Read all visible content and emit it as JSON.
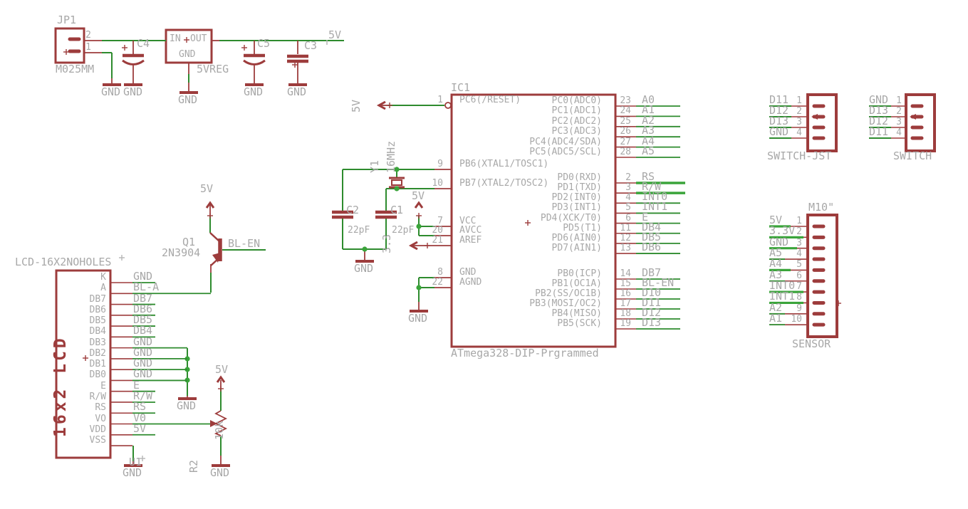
{
  "colors": {
    "symbol_red": "#9d3c3c",
    "wire_green": "#2e8b2e",
    "highlight_green": "#3aa43a",
    "text_gray": "#a8a8a8"
  },
  "nets": {
    "gnd": "GND",
    "v5": "5V",
    "v33": "3.3",
    "bl_en": "BL-EN",
    "bl_a": "BL-A"
  },
  "power": {
    "jp1": {
      "ref": "JP1",
      "value": "M025MM",
      "pin_numbers": [
        "2",
        "1"
      ]
    },
    "vreg": {
      "value": "5VREG",
      "pin_in": "IN",
      "pin_out": "OUT",
      "pin_gnd": "GND"
    },
    "caps": {
      "c4": {
        "ref": "C4"
      },
      "c5": {
        "ref": "C5"
      },
      "c3": {
        "ref": "C3"
      }
    }
  },
  "xtal": {
    "ref": "Y1",
    "value": "16MHz"
  },
  "c2": {
    "ref": "C2",
    "value": "22pF"
  },
  "c1": {
    "ref": "C1",
    "value": "22pF"
  },
  "q1": {
    "ref": "Q1",
    "value": "2N3904"
  },
  "pot": {
    "ref": "R2",
    "value": "10k"
  },
  "ic1": {
    "ref": "IC1",
    "value": "ATmega328-DIP-Prgrammed",
    "left_pins": [
      {
        "num": "1",
        "name": "PC6(/RESET)"
      },
      {
        "num": "9",
        "name": "PB6(XTAL1/TOSC1)"
      },
      {
        "num": "10",
        "name": "PB7(XTAL2/TOSC2)"
      },
      {
        "num": "7",
        "name": "VCC"
      },
      {
        "num": "20",
        "name": "AVCC"
      },
      {
        "num": "21",
        "name": "AREF"
      },
      {
        "num": "8",
        "name": "GND"
      },
      {
        "num": "22",
        "name": "AGND"
      }
    ],
    "port_c": [
      {
        "name": "PC0(ADC0)",
        "num": "23",
        "net": "A0"
      },
      {
        "name": "PC1(ADC1)",
        "num": "24",
        "net": "A1"
      },
      {
        "name": "PC2(ADC2)",
        "num": "25",
        "net": "A2"
      },
      {
        "name": "PC3(ADC3)",
        "num": "26",
        "net": "A3"
      },
      {
        "name": "PC4(ADC4/SDA)",
        "num": "27",
        "net": "A4"
      },
      {
        "name": "PC5(ADC5/SCL)",
        "num": "28",
        "net": "A5"
      }
    ],
    "port_d": [
      {
        "name": "PD0(RXD)",
        "num": "2",
        "net": "RS",
        "thick": true
      },
      {
        "name": "PD1(TXD)",
        "num": "3",
        "net": "R/W",
        "thick": true
      },
      {
        "name": "PD2(INT0)",
        "num": "4",
        "net": "INT0"
      },
      {
        "name": "PD3(INT1)",
        "num": "5",
        "net": "INT1"
      },
      {
        "name": "PD4(XCK/T0)",
        "num": "6",
        "net": "E"
      },
      {
        "name": "PD5(T1)",
        "num": "11",
        "net": "DB4"
      },
      {
        "name": "PD6(AIN0)",
        "num": "12",
        "net": "DB5"
      },
      {
        "name": "PD7(AIN1)",
        "num": "13",
        "net": "DB6"
      }
    ],
    "port_b": [
      {
        "name": "PB0(ICP)",
        "num": "14",
        "net": "DB7"
      },
      {
        "name": "PB1(OC1A)",
        "num": "15",
        "net": "BL-EN"
      },
      {
        "name": "PB2(SS/OC1B)",
        "num": "16",
        "net": "D10"
      },
      {
        "name": "PB3(MOSI/OC2)",
        "num": "17",
        "net": "D11"
      },
      {
        "name": "PB4(MISO)",
        "num": "18",
        "net": "D12"
      },
      {
        "name": "PB5(SCK)",
        "num": "19",
        "net": "D13"
      }
    ]
  },
  "lcd": {
    "name": "LCD-16X2NOHOLES",
    "display": "16x2 LCD",
    "ref": "U1",
    "rows": [
      {
        "pin": "K",
        "net": "GND"
      },
      {
        "pin": "A",
        "net": "BL-A"
      },
      {
        "pin": "DB7",
        "net": "DB7"
      },
      {
        "pin": "DB6",
        "net": "DB6"
      },
      {
        "pin": "DB5",
        "net": "DB5"
      },
      {
        "pin": "DB4",
        "net": "DB4"
      },
      {
        "pin": "DB3",
        "net": "GND"
      },
      {
        "pin": "DB2",
        "net": "GND"
      },
      {
        "pin": "DB1",
        "net": "GND"
      },
      {
        "pin": "DB0",
        "net": "GND"
      },
      {
        "pin": "E",
        "net": "E"
      },
      {
        "pin": "R/W",
        "net": "R/W"
      },
      {
        "pin": "RS",
        "net": "RS"
      },
      {
        "pin": "VO",
        "net": "V0"
      },
      {
        "pin": "VDD",
        "net": "5V"
      },
      {
        "pin": "VSS",
        "net": ""
      }
    ]
  },
  "switch_jst": {
    "name": "SWITCH-JST",
    "rows": [
      {
        "net": "D11",
        "num": "1"
      },
      {
        "net": "D12",
        "num": "2"
      },
      {
        "net": "D13",
        "num": "3"
      },
      {
        "net": "GND",
        "num": "4"
      }
    ]
  },
  "switch": {
    "name": "SWITCH",
    "rows": [
      {
        "net": "GND",
        "num": "1"
      },
      {
        "net": "D13",
        "num": "2"
      },
      {
        "net": "D12",
        "num": "3"
      },
      {
        "net": "D11",
        "num": "4"
      }
    ]
  },
  "sensor": {
    "name": "M10\"",
    "label": "SENSOR",
    "rows": [
      {
        "net": "5V",
        "num": "1",
        "thick": true
      },
      {
        "net": "3.3V",
        "num": "2",
        "thick": true
      },
      {
        "net": "GND",
        "num": "3",
        "thick": true
      },
      {
        "net": "A5",
        "num": "4",
        "thick": false
      },
      {
        "net": "A4",
        "num": "5",
        "thick": true
      },
      {
        "net": "A3",
        "num": "6",
        "thick": false
      },
      {
        "net": "INT0",
        "num": "7",
        "thick": true
      },
      {
        "net": "INT1",
        "num": "8",
        "thick": true
      },
      {
        "net": "A2",
        "num": "9",
        "thick": false
      },
      {
        "net": "A1",
        "num": "10",
        "thick": false
      }
    ]
  }
}
